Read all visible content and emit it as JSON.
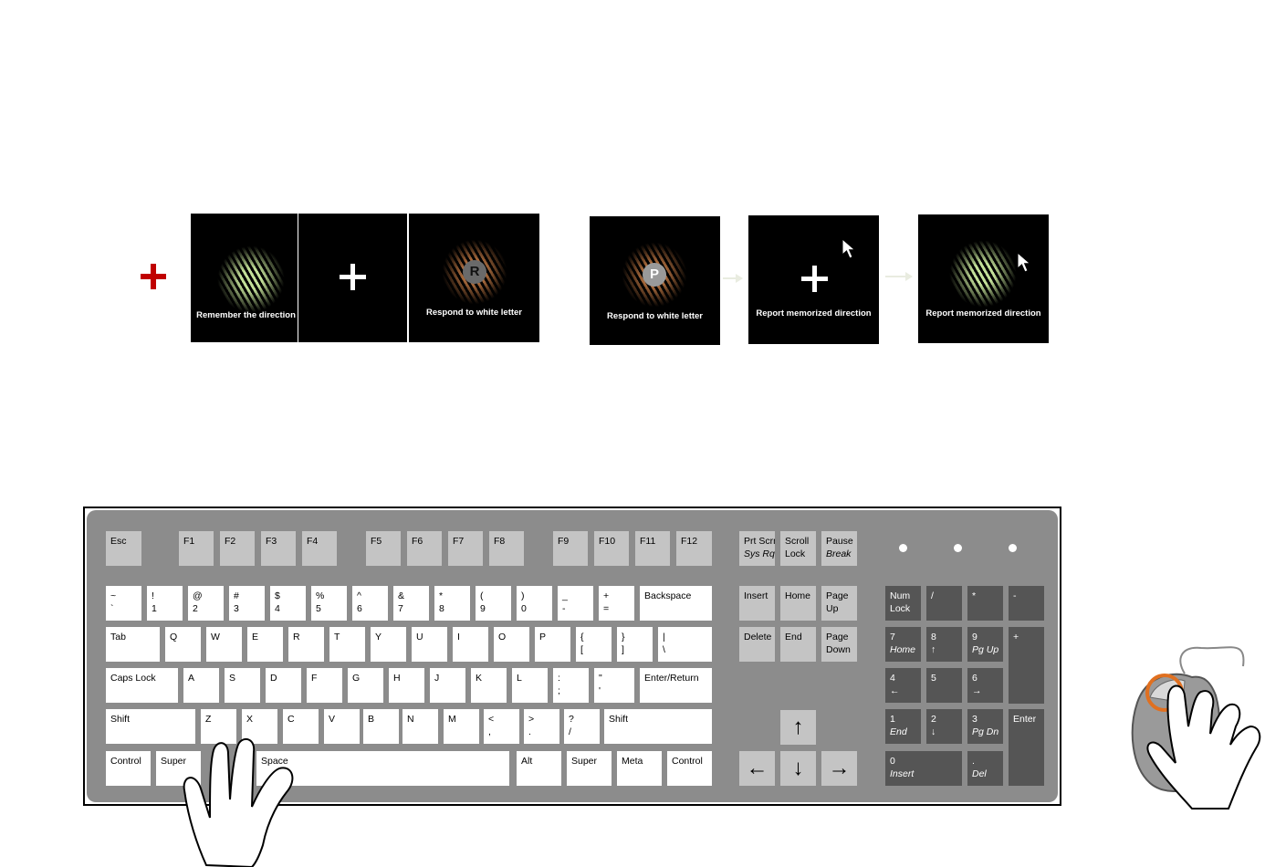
{
  "trial": {
    "panels": [
      {
        "caption": "Remember the direction"
      },
      {
        "caption": ""
      },
      {
        "caption": "Respond to  white  letter",
        "letter": "R"
      },
      {
        "caption": "Respond to  white  letter",
        "letter": "P"
      },
      {
        "caption": "Report memorized direction"
      },
      {
        "caption": "Report memorized direction"
      }
    ]
  },
  "colors": {
    "fixation_cross_red": "#c00000",
    "keyboard_body": "#8c8c8c",
    "mouse_highlight": "#e07020"
  },
  "keyboard": {
    "keys": [
      {
        "label": "Esc"
      },
      {
        "label": "F1"
      },
      {
        "label": "F2"
      },
      {
        "label": "F3"
      },
      {
        "label": "F4"
      },
      {
        "label": "F5"
      },
      {
        "label": "F6"
      },
      {
        "label": "F7"
      },
      {
        "label": "F8"
      },
      {
        "label": "F9"
      },
      {
        "label": "F10"
      },
      {
        "label": "F11"
      },
      {
        "label": "F12"
      },
      {
        "label": "Prt Scrn\nSys Rq"
      },
      {
        "label": "Scroll\nLock"
      },
      {
        "label": "Pause\nBreak"
      },
      {
        "label": "~\n`"
      },
      {
        "label": "!\n1"
      },
      {
        "label": "@\n2"
      },
      {
        "label": "#\n3"
      },
      {
        "label": "$\n4"
      },
      {
        "label": "%\n5"
      },
      {
        "label": "^\n6"
      },
      {
        "label": "&\n7"
      },
      {
        "label": "*\n8"
      },
      {
        "label": "(\n9"
      },
      {
        "label": ")\n0"
      },
      {
        "label": "_\n-"
      },
      {
        "label": "+\n="
      },
      {
        "label": "Backspace"
      },
      {
        "label": "Insert"
      },
      {
        "label": "Home"
      },
      {
        "label": "Page\nUp"
      },
      {
        "label": "Num\nLock"
      },
      {
        "label": "/"
      },
      {
        "label": "*"
      },
      {
        "label": "-"
      },
      {
        "label": "Tab"
      },
      {
        "label": "Q"
      },
      {
        "label": "W"
      },
      {
        "label": "E"
      },
      {
        "label": "R"
      },
      {
        "label": "T"
      },
      {
        "label": "Y"
      },
      {
        "label": "U"
      },
      {
        "label": "I"
      },
      {
        "label": "O"
      },
      {
        "label": "P"
      },
      {
        "label": "{\n["
      },
      {
        "label": "}\n]"
      },
      {
        "label": "|\n\\"
      },
      {
        "label": "Delete"
      },
      {
        "label": "End"
      },
      {
        "label": "Page\nDown"
      },
      {
        "label": "7\nHome"
      },
      {
        "label": "8\n↑"
      },
      {
        "label": "9\nPg Up"
      },
      {
        "label": "+"
      },
      {
        "label": "Caps Lock"
      },
      {
        "label": "A"
      },
      {
        "label": "S"
      },
      {
        "label": "D"
      },
      {
        "label": "F"
      },
      {
        "label": "G"
      },
      {
        "label": "H"
      },
      {
        "label": "J"
      },
      {
        "label": "K"
      },
      {
        "label": "L"
      },
      {
        "label": ":\n;"
      },
      {
        "label": "\"\n'"
      },
      {
        "label": "Enter/Return"
      },
      {
        "label": "4\n←"
      },
      {
        "label": "5"
      },
      {
        "label": "6\n→"
      },
      {
        "label": "Shift"
      },
      {
        "label": "Z"
      },
      {
        "label": "X"
      },
      {
        "label": "C"
      },
      {
        "label": "V"
      },
      {
        "label": "B"
      },
      {
        "label": "N"
      },
      {
        "label": "M"
      },
      {
        "label": "<\n,"
      },
      {
        "label": ">\n."
      },
      {
        "label": "?\n/"
      },
      {
        "label": "Shift"
      },
      {
        "label": "1\nEnd"
      },
      {
        "label": "2\n↓"
      },
      {
        "label": "3\nPg Dn"
      },
      {
        "label": "Enter"
      },
      {
        "label": "Control"
      },
      {
        "label": "Super"
      },
      {
        "label": "Space"
      },
      {
        "label": "Alt"
      },
      {
        "label": "Super"
      },
      {
        "label": "Meta"
      },
      {
        "label": "Control"
      },
      {
        "label": "0\nInsert"
      },
      {
        "label": ".\nDel"
      }
    ],
    "arrows": {
      "up": "↑",
      "left": "←",
      "down": "↓",
      "right": "→"
    }
  }
}
